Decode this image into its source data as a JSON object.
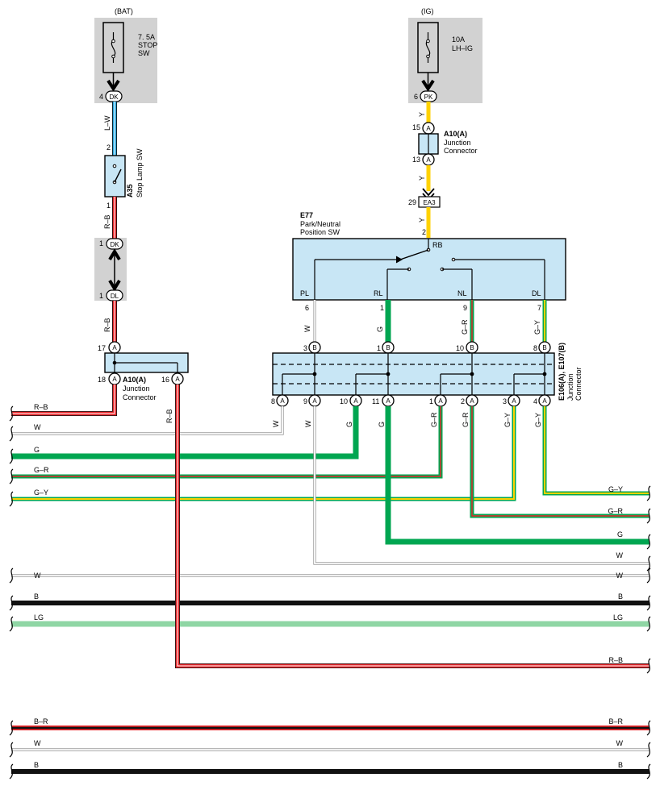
{
  "fuses": {
    "bat": {
      "source": "(BAT)",
      "rating": "7. 5A",
      "name1": "STOP",
      "name2": "SW",
      "pin": "4",
      "code": "DK"
    },
    "ig": {
      "source": "(IG)",
      "rating": "10A",
      "name1": "LH–IG",
      "pin": "6",
      "code": "PK"
    }
  },
  "stop_lamp_sw": {
    "code": "A35",
    "name": "Stop Lamp SW",
    "pin_top": "2",
    "pin_bottom": "1",
    "wire_top": "L–W",
    "wire_bottom": "R–B"
  },
  "dk_dl_connector": {
    "pin_top": "1",
    "code_top": "DK",
    "pin_bottom": "1",
    "code_bottom": "DL",
    "wire_below": "R–B"
  },
  "jc_a10_right": {
    "code": "A10(A)",
    "name1": "Junction",
    "name2": "Connector",
    "wire_in": "Y",
    "wire_out": "Y",
    "pin_top": "15",
    "pin_top_code": "A",
    "pin_bottom": "13",
    "pin_bottom_code": "A"
  },
  "ea3": {
    "pin": "29",
    "code": "EA3",
    "wire": "Y"
  },
  "pnp_sw": {
    "code": "E77",
    "name1": "Park/Neutral",
    "name2": "Position SW",
    "pin_in": "2",
    "rb": "RB",
    "terminals": [
      {
        "label": "PL",
        "pin": "6",
        "wire": "W"
      },
      {
        "label": "RL",
        "pin": "1",
        "wire": "G"
      },
      {
        "label": "NL",
        "pin": "9",
        "wire": "G–R"
      },
      {
        "label": "DL",
        "pin": "7",
        "wire": "G–Y"
      }
    ]
  },
  "jc_e106": {
    "code": "E106(A), E107(B)",
    "name1": "Junction",
    "name2": "Connector",
    "top_pins": [
      "3",
      "1",
      "10",
      "8"
    ],
    "top_code": "B",
    "bottom_pins": [
      "8",
      "9",
      "10",
      "11",
      "1",
      "2",
      "3",
      "4"
    ],
    "bottom_code": "A",
    "bottom_wires": [
      "W",
      "W",
      "G",
      "G",
      "G–R",
      "G–R",
      "G–Y",
      "G–Y"
    ]
  },
  "jc_a10_left": {
    "code": "A10(A)",
    "name1": "Junction",
    "name2": "Connector",
    "pin_top": "17",
    "pin_bl": "18",
    "pin_br": "16",
    "pin_code": "A",
    "wire_out": "R–B"
  },
  "buses_left": [
    "R–B",
    "W",
    "G",
    "G–R",
    "G–Y",
    "W",
    "B",
    "LG",
    "B–R",
    "W",
    "B"
  ],
  "buses_right": [
    "G–Y",
    "G–R",
    "G",
    "W",
    "W",
    "B",
    "LG",
    "R–B",
    "B–R",
    "W",
    "B"
  ],
  "colors": {
    "W": "#ffffff",
    "B": "#111111",
    "R": "#e8262a",
    "G": "#00a651",
    "Y": "#ffd200",
    "L": "#2aa8e0",
    "LG": "#8fd6a4",
    "box": "#c8e6f5",
    "shade": "#d2d2d2"
  }
}
